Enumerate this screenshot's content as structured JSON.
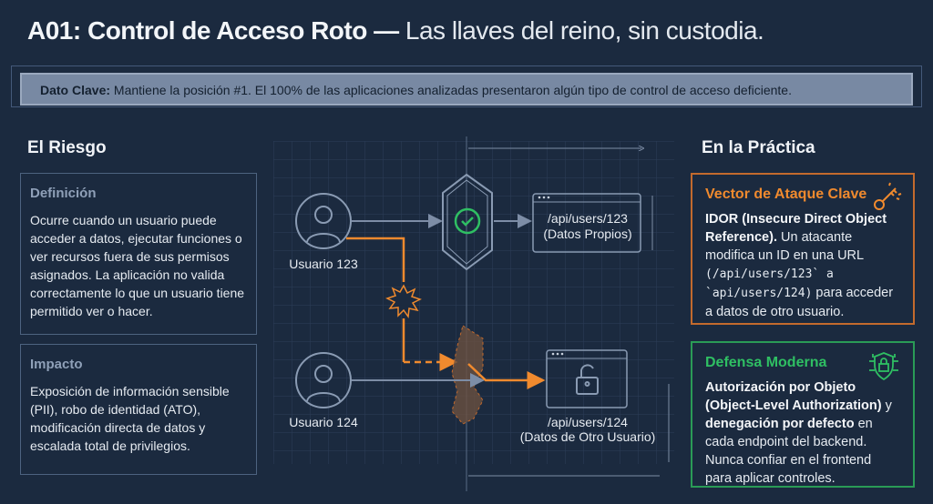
{
  "title": {
    "bold": "A01: Control de Acceso Roto —",
    "light": "Las llaves del reino, sin custodia."
  },
  "banner": {
    "label": "Dato Clave:",
    "text": "Mantiene la posición #1. El 100% de las aplicaciones analizadas presentaron algún tipo de control de acceso deficiente."
  },
  "left": {
    "heading": "El Riesgo",
    "definition": {
      "title": "Definición",
      "text": "Ocurre cuando un usuario puede acceder a datos, ejecutar funciones o ver recursos fuera de sus permisos asignados. La aplicación no valida correctamente lo que un usuario tiene permitido ver o hacer."
    },
    "impact": {
      "title": "Impacto",
      "text": "Exposición de información sensible (PII), robo de identidad (ATO), modificación directa de datos y escalada total de privilegios."
    }
  },
  "diagram": {
    "user1": "Usuario 123",
    "user2": "Usuario 124",
    "endpoint1": "/api/users/123",
    "endpoint1_sub": "(Datos Propios)",
    "endpoint2": "/api/users/124",
    "endpoint2_sub": "(Datos de Otro Usuario)"
  },
  "right": {
    "heading": "En la Práctica",
    "attack": {
      "title": "Vector de Ataque Clave",
      "bold": "IDOR (Insecure Direct Object Reference).",
      "text1": " Un atacante modifica un ID en una URL ",
      "code1": "(/api/users/123` a `api/users/124)",
      "text2": " para acceder a datos de otro usuario.",
      "icon": "key-icon"
    },
    "defense": {
      "title": "Defensa Moderna",
      "bold1": "Autorización por Objeto (Object-Level Authorization)",
      "text1": " y ",
      "bold2": "denegación por defecto",
      "text2": " en cada endpoint del backend. Nunca confiar en el frontend para aplicar controles.",
      "icon": "shield-lock-icon"
    }
  },
  "colors": {
    "background": "#1b2a3f",
    "orange": "#f08a2e",
    "green": "#2fbf63",
    "banner": "#7889a3"
  }
}
